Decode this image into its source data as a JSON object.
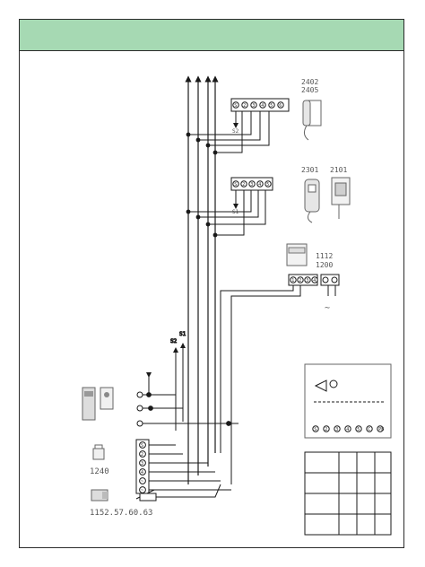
{
  "devices": {
    "handset_a_codes": [
      "2402",
      "2405"
    ],
    "handset_b_code": "2301",
    "handset_c_code": "2101",
    "power_codes": [
      "1112",
      "1200"
    ],
    "lock_code": "1240",
    "panel_code": "1152.57.60.63"
  },
  "labels": {
    "s2": "S2",
    "s1": "S1",
    "tilde": "~",
    "top_terminals": [
      "S",
      "2",
      "3",
      "4",
      "5",
      "6"
    ],
    "mid_terminals": [
      "S",
      "2",
      "3",
      "4",
      "5"
    ],
    "left_terminals": [
      "S",
      "2",
      "3",
      "4",
      "~",
      "~"
    ],
    "power_terminals": [
      "1",
      "2",
      "3",
      "4"
    ],
    "detail_terminals": [
      "S",
      "2",
      "3",
      "4",
      "5",
      "C",
      "PB"
    ]
  },
  "table": {
    "rows": 4,
    "cols": 4
  },
  "colors": {
    "header": "#a6d9b3",
    "line": "#1a1a1a",
    "label": "#555555"
  }
}
